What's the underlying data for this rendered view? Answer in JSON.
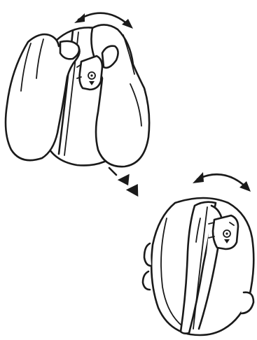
{
  "figure": {
    "steps": [
      {
        "id": "step-1",
        "action": "rotate-device-with-both-hands"
      },
      {
        "id": "step-2",
        "action": "rotate-back-cover"
      }
    ],
    "icons": [
      "curved-double-arrow-icon",
      "double-chevron-arrow-icon",
      "curved-double-arrow-icon"
    ],
    "colors": {
      "line": "#1a1a1a",
      "background": "#ffffff"
    }
  }
}
